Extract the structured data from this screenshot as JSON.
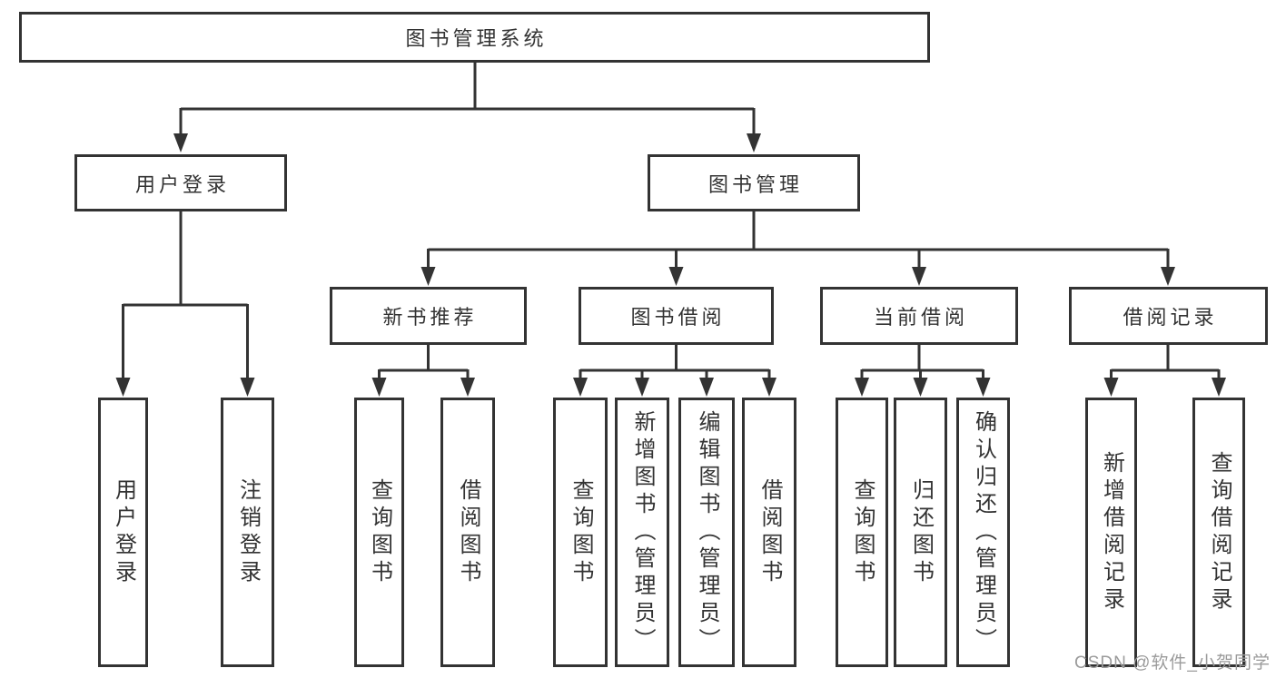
{
  "title": "图书管理系统",
  "colors": {
    "line": "#333333",
    "node_border": "#333333",
    "node_text": "#333333",
    "background": "#ffffff",
    "watermark": "#9b9b9b"
  },
  "watermark": {
    "text": "CSDN @软件_小贺同学"
  },
  "tree": {
    "root": {
      "label": "图书管理系统"
    },
    "children": [
      {
        "label": "用户登录",
        "children": [
          {
            "label": "用户登录"
          },
          {
            "label": "注销登录"
          }
        ]
      },
      {
        "label": "图书管理",
        "children": [
          {
            "label": "新书推荐",
            "children": [
              {
                "label": "查询图书"
              },
              {
                "label": "借阅图书"
              }
            ]
          },
          {
            "label": "图书借阅",
            "children": [
              {
                "label": "查询图书"
              },
              {
                "label": "新增图书（管理员）"
              },
              {
                "label": "编辑图书（管理员）"
              },
              {
                "label": "借阅图书"
              }
            ]
          },
          {
            "label": "当前借阅",
            "children": [
              {
                "label": "查询图书"
              },
              {
                "label": "归还图书"
              },
              {
                "label": "确认归还（管理员）"
              }
            ]
          },
          {
            "label": "借阅记录",
            "children": [
              {
                "label": "新增借阅记录"
              },
              {
                "label": "查询借阅记录"
              }
            ]
          }
        ]
      }
    ]
  }
}
